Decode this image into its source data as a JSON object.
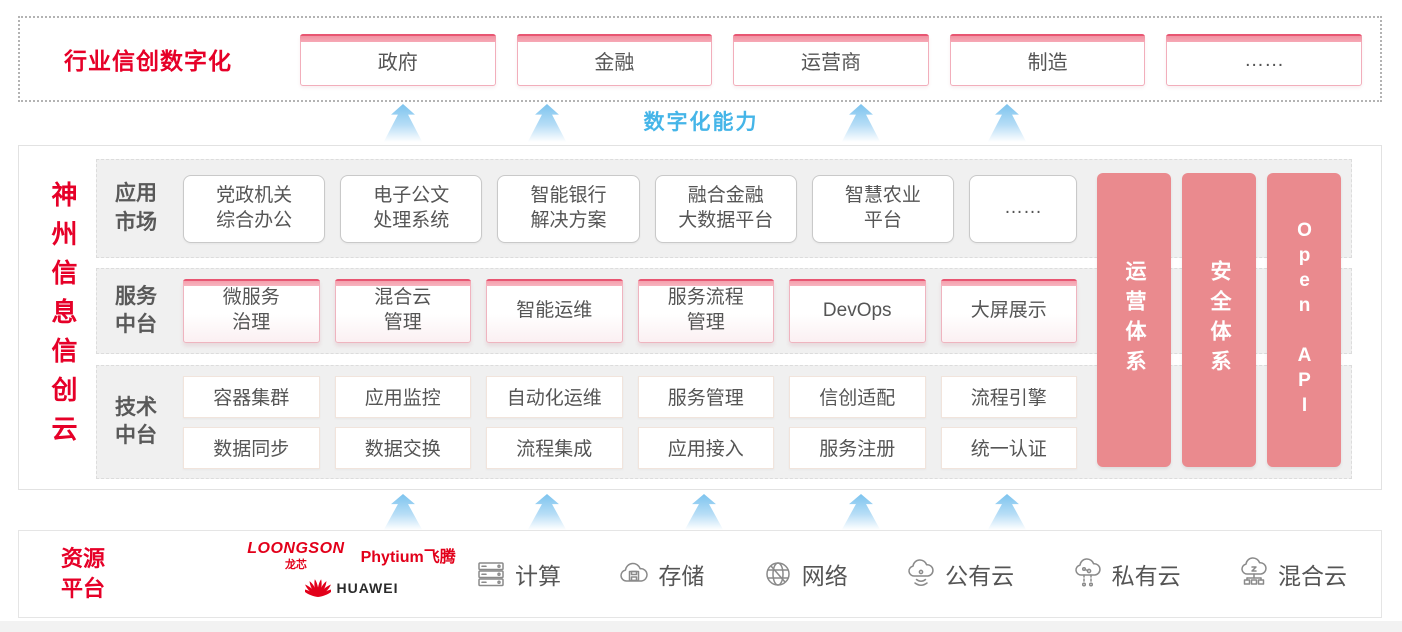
{
  "banner": {
    "title": "行业信创数字化",
    "tabs": [
      "政府",
      "金融",
      "运营商",
      "制造",
      "……"
    ]
  },
  "capability_label": "数字化能力",
  "platform": {
    "vertical_title": "神州信息信创云",
    "rows": {
      "app": {
        "label": "应用\n市场",
        "items": [
          "党政机关\n综合办公",
          "电子公文\n处理系统",
          "智能银行\n解决方案",
          "融合金融\n大数据平台",
          "智慧农业\n平台",
          "……"
        ]
      },
      "service": {
        "label": "服务\n中台",
        "items": [
          "微服务\n治理",
          "混合云\n管理",
          "智能运维",
          "服务流程\n管理",
          "DevOps",
          "大屏展示"
        ]
      },
      "tech": {
        "label": "技术\n中台",
        "row1": [
          "容器集群",
          "应用监控",
          "自动化运维",
          "服务管理",
          "信创适配",
          "流程引擎"
        ],
        "row2": [
          "数据同步",
          "数据交换",
          "流程集成",
          "应用接入",
          "服务注册",
          "统一认证"
        ]
      }
    },
    "pillars": {
      "operations": "运营体系",
      "security": "安全体系",
      "open_api": "Open API"
    }
  },
  "resources": {
    "title": "资源\n平台",
    "vendors": {
      "loongson_en": "LOONGSON",
      "loongson_cn": "龙芯",
      "phytium": "Phytium飞腾",
      "huawei": "HUAWEI"
    },
    "items": [
      {
        "icon": "compute-icon",
        "label": "计算"
      },
      {
        "icon": "storage-icon",
        "label": "存储"
      },
      {
        "icon": "network-icon",
        "label": "网络"
      },
      {
        "icon": "public-cloud-icon",
        "label": "公有云"
      },
      {
        "icon": "private-cloud-icon",
        "label": "私有云"
      },
      {
        "icon": "hybrid-cloud-icon",
        "label": "混合云"
      }
    ]
  },
  "colors": {
    "accent_red": "#e60028",
    "pillar_pink": "#ea8a8e",
    "capability_blue": "#45b5e8",
    "tab_top_pink": "#f192a2"
  }
}
